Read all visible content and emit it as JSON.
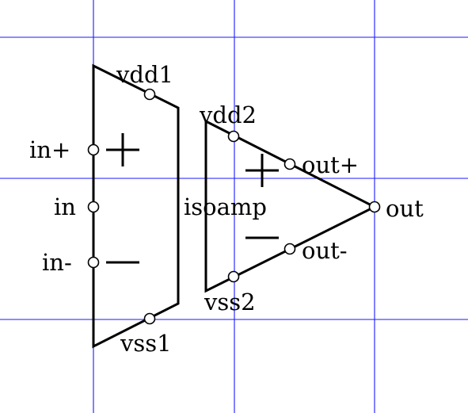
{
  "labels": {
    "vdd1": "vdd1",
    "in_plus": "in+",
    "in": "in",
    "in_minus": "in-",
    "vss1": "vss1",
    "vdd2": "vdd2",
    "out_plus": "out+",
    "out": "out",
    "out_minus": "out-",
    "vss2": "vss2",
    "component": "isoamp"
  },
  "colors": {
    "grid": "#1a1aff",
    "stroke": "#000000",
    "background": "#ffffff"
  }
}
